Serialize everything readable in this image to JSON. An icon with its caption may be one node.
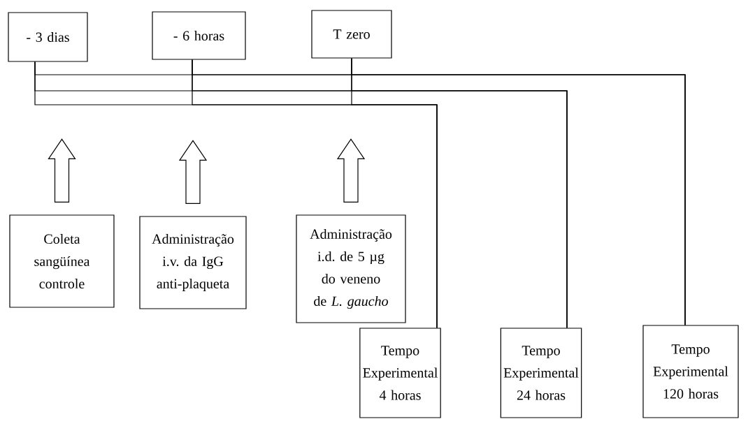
{
  "diagram": {
    "nodes": [
      {
        "text": [
          "- 3 dias"
        ]
      },
      {
        "text": [
          "- 6 horas"
        ]
      },
      {
        "text": [
          "T zero"
        ]
      },
      {
        "text": [
          "Coleta sangüínea controle"
        ]
      },
      {
        "text": [
          "Administração i.v. da IgG anti-plaqueta"
        ]
      },
      {
        "text": [
          "Administração i.d. de 5 µg do veneno de *L. gaucho*"
        ]
      },
      {
        "text": [
          "Tempo Experimental 4 horas"
        ]
      },
      {
        "text": [
          "Tempo Experimental 24 horas"
        ]
      },
      {
        "text": [
          "Tempo Experimental 120 horas"
        ]
      }
    ],
    "edges": [
      {
        "from": 0,
        "to": 6,
        "arrow": "none"
      },
      {
        "from": 0,
        "to": 7,
        "arrow": "none"
      },
      {
        "from": 0,
        "to": 8,
        "arrow": "none"
      },
      {
        "from": 1,
        "to": 6,
        "arrow": "none"
      },
      {
        "from": 1,
        "to": 7,
        "arrow": "none"
      },
      {
        "from": 1,
        "to": 8,
        "arrow": "none"
      },
      {
        "from": 2,
        "to": 6,
        "arrow": "none"
      },
      {
        "from": 2,
        "to": 7,
        "arrow": "none"
      },
      {
        "from": 2,
        "to": 8,
        "arrow": "none"
      },
      {
        "from": 3,
        "to": null,
        "arrow": "to"
      },
      {
        "from": 4,
        "to": null,
        "arrow": "to"
      },
      {
        "from": 5,
        "to": null,
        "arrow": "to"
      }
    ]
  }
}
